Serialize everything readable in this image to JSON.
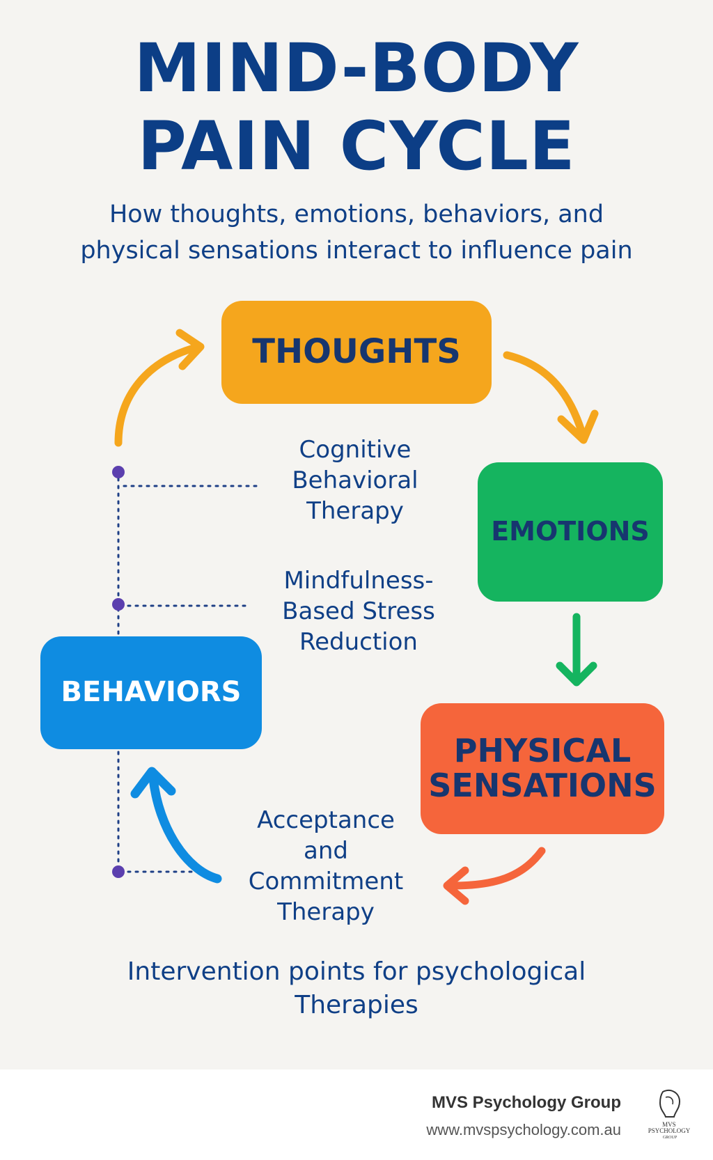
{
  "title": {
    "line1": "MIND-BODY",
    "line2": "PAIN CYCLE"
  },
  "subtitle": {
    "line1": "How thoughts, emotions, behaviors, and",
    "line2": "physical sensations interact to influence pain"
  },
  "nodes": {
    "thoughts": "THOUGHTS",
    "emotions": "EMOTIONS",
    "physical_sensations": "PHYSICAL\nSENSATIONS",
    "behaviors": "BEHAVIORS"
  },
  "therapies": {
    "cbt": "Cognitive\nBehavioral\nTherapy",
    "mbsr": "Mindfulness-\nBased Stress\nReduction",
    "act": "Acceptance\nand\nCommitment\nTherapy"
  },
  "footer_note": "Intervention points for psychological\nTherapies",
  "brand": {
    "name": "MVS Psychology Group",
    "url": "www.mvspsychology.com.au",
    "logo_text": "MVS\nPSYCHOLOGY\nGROUP"
  },
  "colors": {
    "title": "#0c3e86",
    "thoughts": "#f5a61d",
    "emotions": "#15b45f",
    "physical_sensations": "#f5653b",
    "behaviors": "#0f8ce1",
    "intervention_dot": "#5b3fae"
  }
}
